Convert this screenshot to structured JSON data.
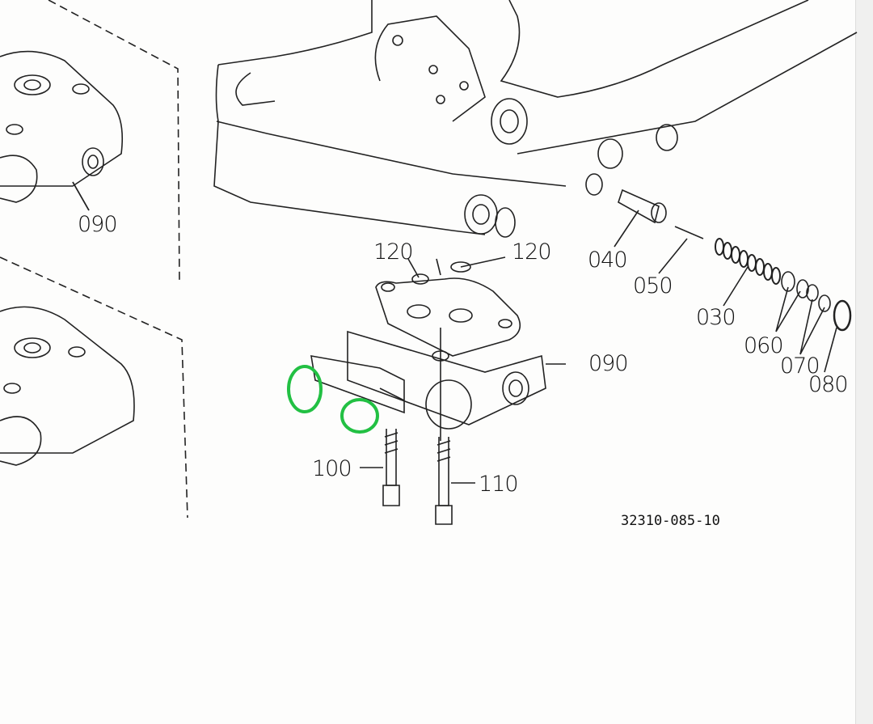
{
  "diagram": {
    "reference_number": "32310-085-10",
    "part_labels": {
      "top_left_090": "090",
      "120_a": "120",
      "120_b": "120",
      "040": "040",
      "050": "050",
      "030": "030",
      "060": "060",
      "070": "070",
      "080": "080",
      "090": "090",
      "100": "100",
      "110": "110"
    },
    "annotations": {
      "highlight_color": "#22c043",
      "count": 2
    }
  }
}
